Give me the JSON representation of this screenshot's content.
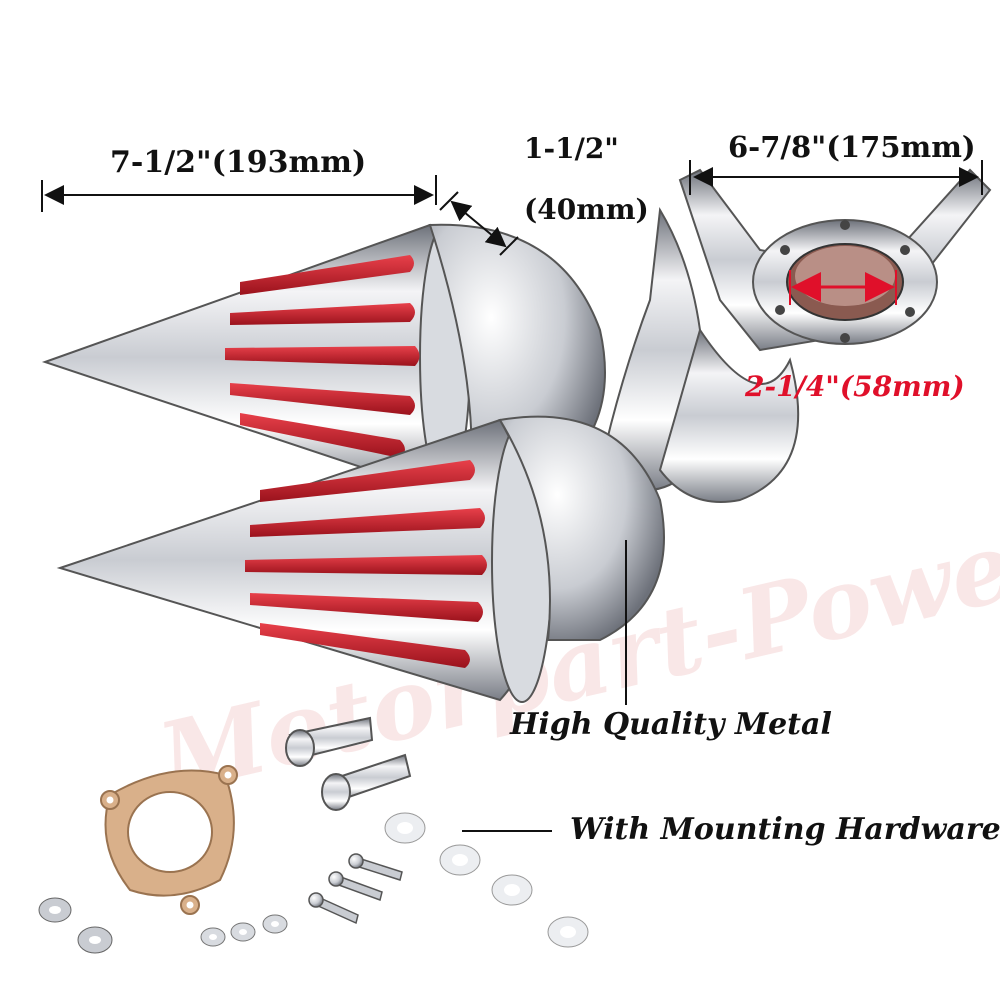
{
  "labels": {
    "width": "7-1/2\"(193mm)",
    "gap_inch": "1-1/2\"",
    "gap_mm": "(40mm)",
    "span": "6-7/8\"(175mm)",
    "bore": "2-1/4\"(58mm)",
    "material": "High Quality Metal",
    "hardware": "With Mounting Hardware"
  },
  "watermark": "Motorpart-Power",
  "colors": {
    "chrome_light": "#f4f4f6",
    "chrome_mid": "#c9ccd2",
    "chrome_dark": "#6d717a",
    "mesh_red": "#c8202c",
    "bore_label": "#e0102a",
    "gasket": "#d9b08a"
  },
  "icons": [
    "spike-air-cleaner-upper",
    "spike-air-cleaner-lower",
    "intake-manifold",
    "gasket",
    "banjo-bolt",
    "screw",
    "washer"
  ]
}
